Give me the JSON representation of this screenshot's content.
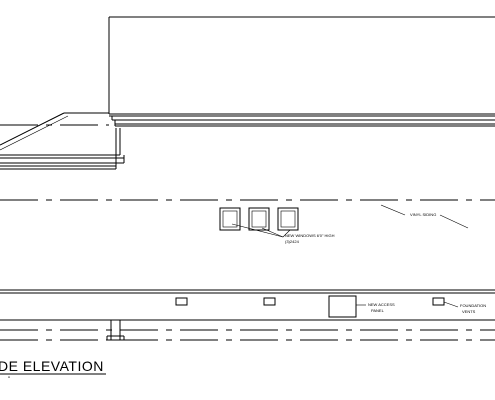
{
  "drawing": {
    "notes": {
      "vinyl_siding": "VINYL SIDING",
      "new_windows_line1": "NEW WINDOWS 6'0\" HIGH",
      "new_windows_line2": "(3)2424",
      "access_panel_line1": "NEW ACCESS",
      "access_panel_line2": "PANEL",
      "foundation_vents_line1": "FOUNDATION",
      "foundation_vents_line2": "VENTS"
    },
    "title": "DE  ELEVATION",
    "scale_fragment": "\""
  }
}
